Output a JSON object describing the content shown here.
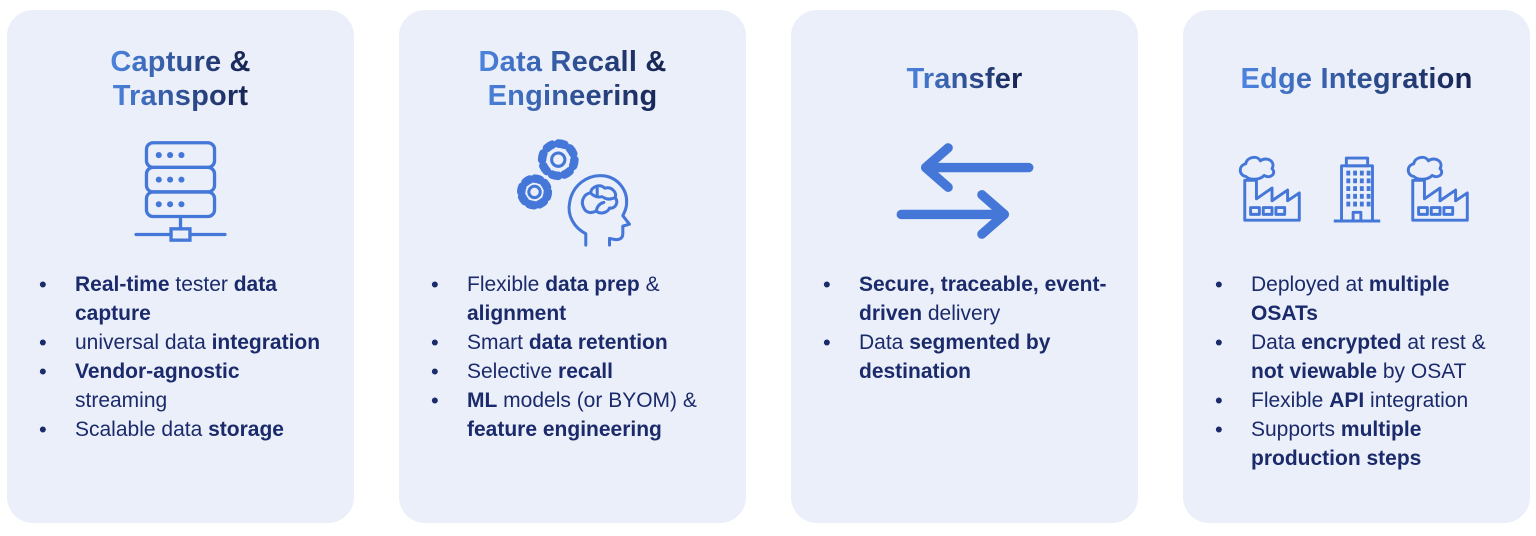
{
  "theme": {
    "page_background": "#ffffff",
    "card_background": "#eaeff9",
    "icon_color": "#4577d9",
    "text_color": "#1b2a6b",
    "title_gradient_start": "#4c84e0",
    "title_gradient_end": "#15214e",
    "bullet_marker": "•"
  },
  "cards": [
    {
      "id": "capture-transport",
      "title_lines": [
        "Capture &",
        "Transport"
      ],
      "icons": [
        "server-network-icon"
      ],
      "bullets": [
        [
          {
            "text": "Real-time",
            "bold": true
          },
          {
            "text": " tester ",
            "bold": false
          },
          {
            "text": "data capture",
            "bold": true
          }
        ],
        [
          {
            "text": "universal data ",
            "bold": false
          },
          {
            "text": "integration",
            "bold": true
          }
        ],
        [
          {
            "text": "Vendor-agnostic",
            "bold": true
          },
          {
            "text": " streaming",
            "bold": false
          }
        ],
        [
          {
            "text": "Scalable data ",
            "bold": false
          },
          {
            "text": "storage",
            "bold": true
          }
        ]
      ]
    },
    {
      "id": "data-recall-engineering",
      "title_lines": [
        "Data Recall &",
        "Engineering"
      ],
      "icons": [
        "gears-brain-icon"
      ],
      "bullets": [
        [
          {
            "text": "Flexible ",
            "bold": false
          },
          {
            "text": "data prep",
            "bold": true
          },
          {
            "text": " & ",
            "bold": false
          },
          {
            "text": "alignment",
            "bold": true
          }
        ],
        [
          {
            "text": "Smart ",
            "bold": false
          },
          {
            "text": "data retention",
            "bold": true
          }
        ],
        [
          {
            "text": "Selective ",
            "bold": false
          },
          {
            "text": "recall",
            "bold": true
          }
        ],
        [
          {
            "text": "ML",
            "bold": true
          },
          {
            "text": " models (or BYOM) & ",
            "bold": false
          },
          {
            "text": "feature engineering",
            "bold": true
          }
        ]
      ]
    },
    {
      "id": "transfer",
      "title_lines": [
        "Transfer"
      ],
      "icons": [
        "transfer-arrows-icon"
      ],
      "bullets": [
        [
          {
            "text": "Secure, traceable, event-driven",
            "bold": true
          },
          {
            "text": " delivery",
            "bold": false
          }
        ],
        [
          {
            "text": "Data ",
            "bold": false
          },
          {
            "text": "segmented by destination",
            "bold": true
          }
        ]
      ]
    },
    {
      "id": "edge-integration",
      "title_lines": [
        "Edge Integration"
      ],
      "icons": [
        "factory-icon",
        "office-building-icon",
        "factory-icon"
      ],
      "bullets": [
        [
          {
            "text": "Deployed at ",
            "bold": false
          },
          {
            "text": "multiple OSATs",
            "bold": true
          }
        ],
        [
          {
            "text": "Data ",
            "bold": false
          },
          {
            "text": "encrypted",
            "bold": true
          },
          {
            "text": " at rest & ",
            "bold": false
          },
          {
            "text": "not viewable",
            "bold": true
          },
          {
            "text": " by OSAT",
            "bold": false
          }
        ],
        [
          {
            "text": "Flexible ",
            "bold": false
          },
          {
            "text": "API",
            "bold": true
          },
          {
            "text": " integration",
            "bold": false
          }
        ],
        [
          {
            "text": "Supports ",
            "bold": false
          },
          {
            "text": "multiple production steps",
            "bold": true
          }
        ]
      ]
    }
  ]
}
